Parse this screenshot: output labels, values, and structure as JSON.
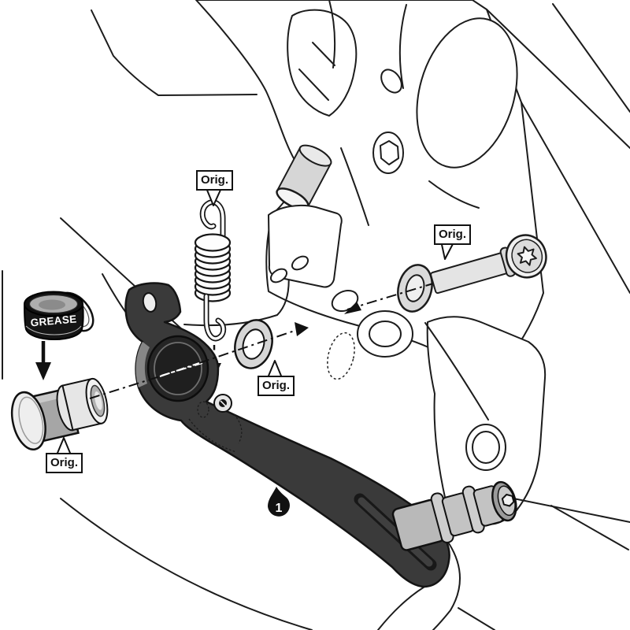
{
  "colors": {
    "background": "#ffffff",
    "outline": "#1c1c1c",
    "lever": "#3a3a3a",
    "lever_boss": "#252525",
    "metal_light": "#e4e4e4",
    "metal_mid": "#c3c3c3",
    "metal_dark": "#9a9a9a",
    "washer": "#d6d6d6",
    "grease_tin": "#151515",
    "grease": "#aeaeae",
    "callout_fill": "#111111"
  },
  "labels": {
    "orig_spring": "Orig.",
    "orig_bolt": "Orig.",
    "orig_washer": "Orig.",
    "orig_bushing": "Orig.",
    "grease_tin": "GREASE",
    "part_number": "1"
  },
  "parts": [
    "motorcycle-frame-line-art",
    "return-spring",
    "frame-bracket",
    "pivot-shaft",
    "mount-washer",
    "torx-bolt",
    "pivot-washer",
    "pivot-bushing",
    "grease-tin",
    "gear-lever",
    "toe-peg"
  ]
}
